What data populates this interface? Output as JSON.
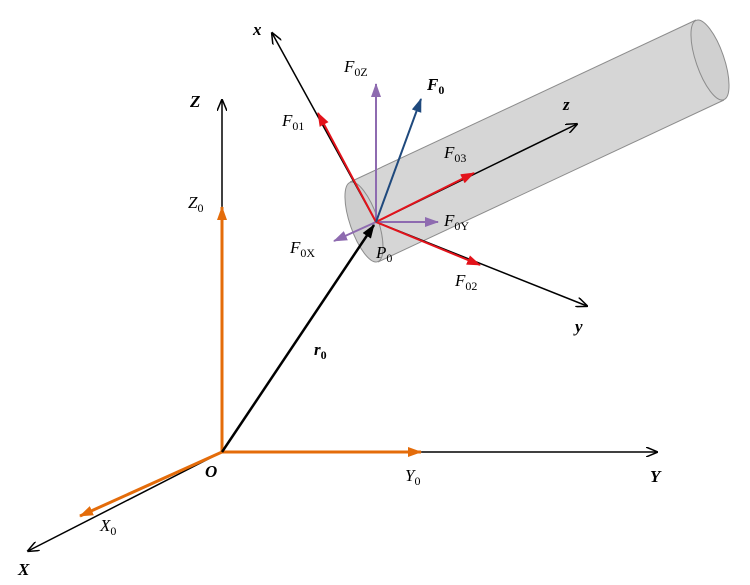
{
  "colors": {
    "axis": "#000000",
    "orange": "#E46C0A",
    "red": "#E3131B",
    "purple": "#8E6BB0",
    "blue": "#1F497D",
    "cylinder_fill": "#D6D6D6",
    "cylinder_stroke": "#8C8C8C"
  },
  "labels": {
    "O": "O",
    "X": "X",
    "Y": "Y",
    "Z": "Z",
    "X0_main": "X",
    "X0_sub": "0",
    "Y0_main": "Y",
    "Y0_sub": "0",
    "Z0_main": "Z",
    "Z0_sub": "0",
    "r0_main": "r",
    "r0_sub": "0",
    "P0_main": "P",
    "P0_sub": "0",
    "x": "x",
    "y": "y",
    "z": "z",
    "F0_main": "F",
    "F0_sub": "0",
    "F0Z_main": "F",
    "F0Z_sub": "0Z",
    "F0X_main": "F",
    "F0X_sub": "0X",
    "F0Y_main": "F",
    "F0Y_sub": "0Y",
    "F01_main": "F",
    "F01_sub": "01",
    "F02_main": "F",
    "F02_sub": "02",
    "F03_main": "F",
    "F03_sub": "03"
  }
}
